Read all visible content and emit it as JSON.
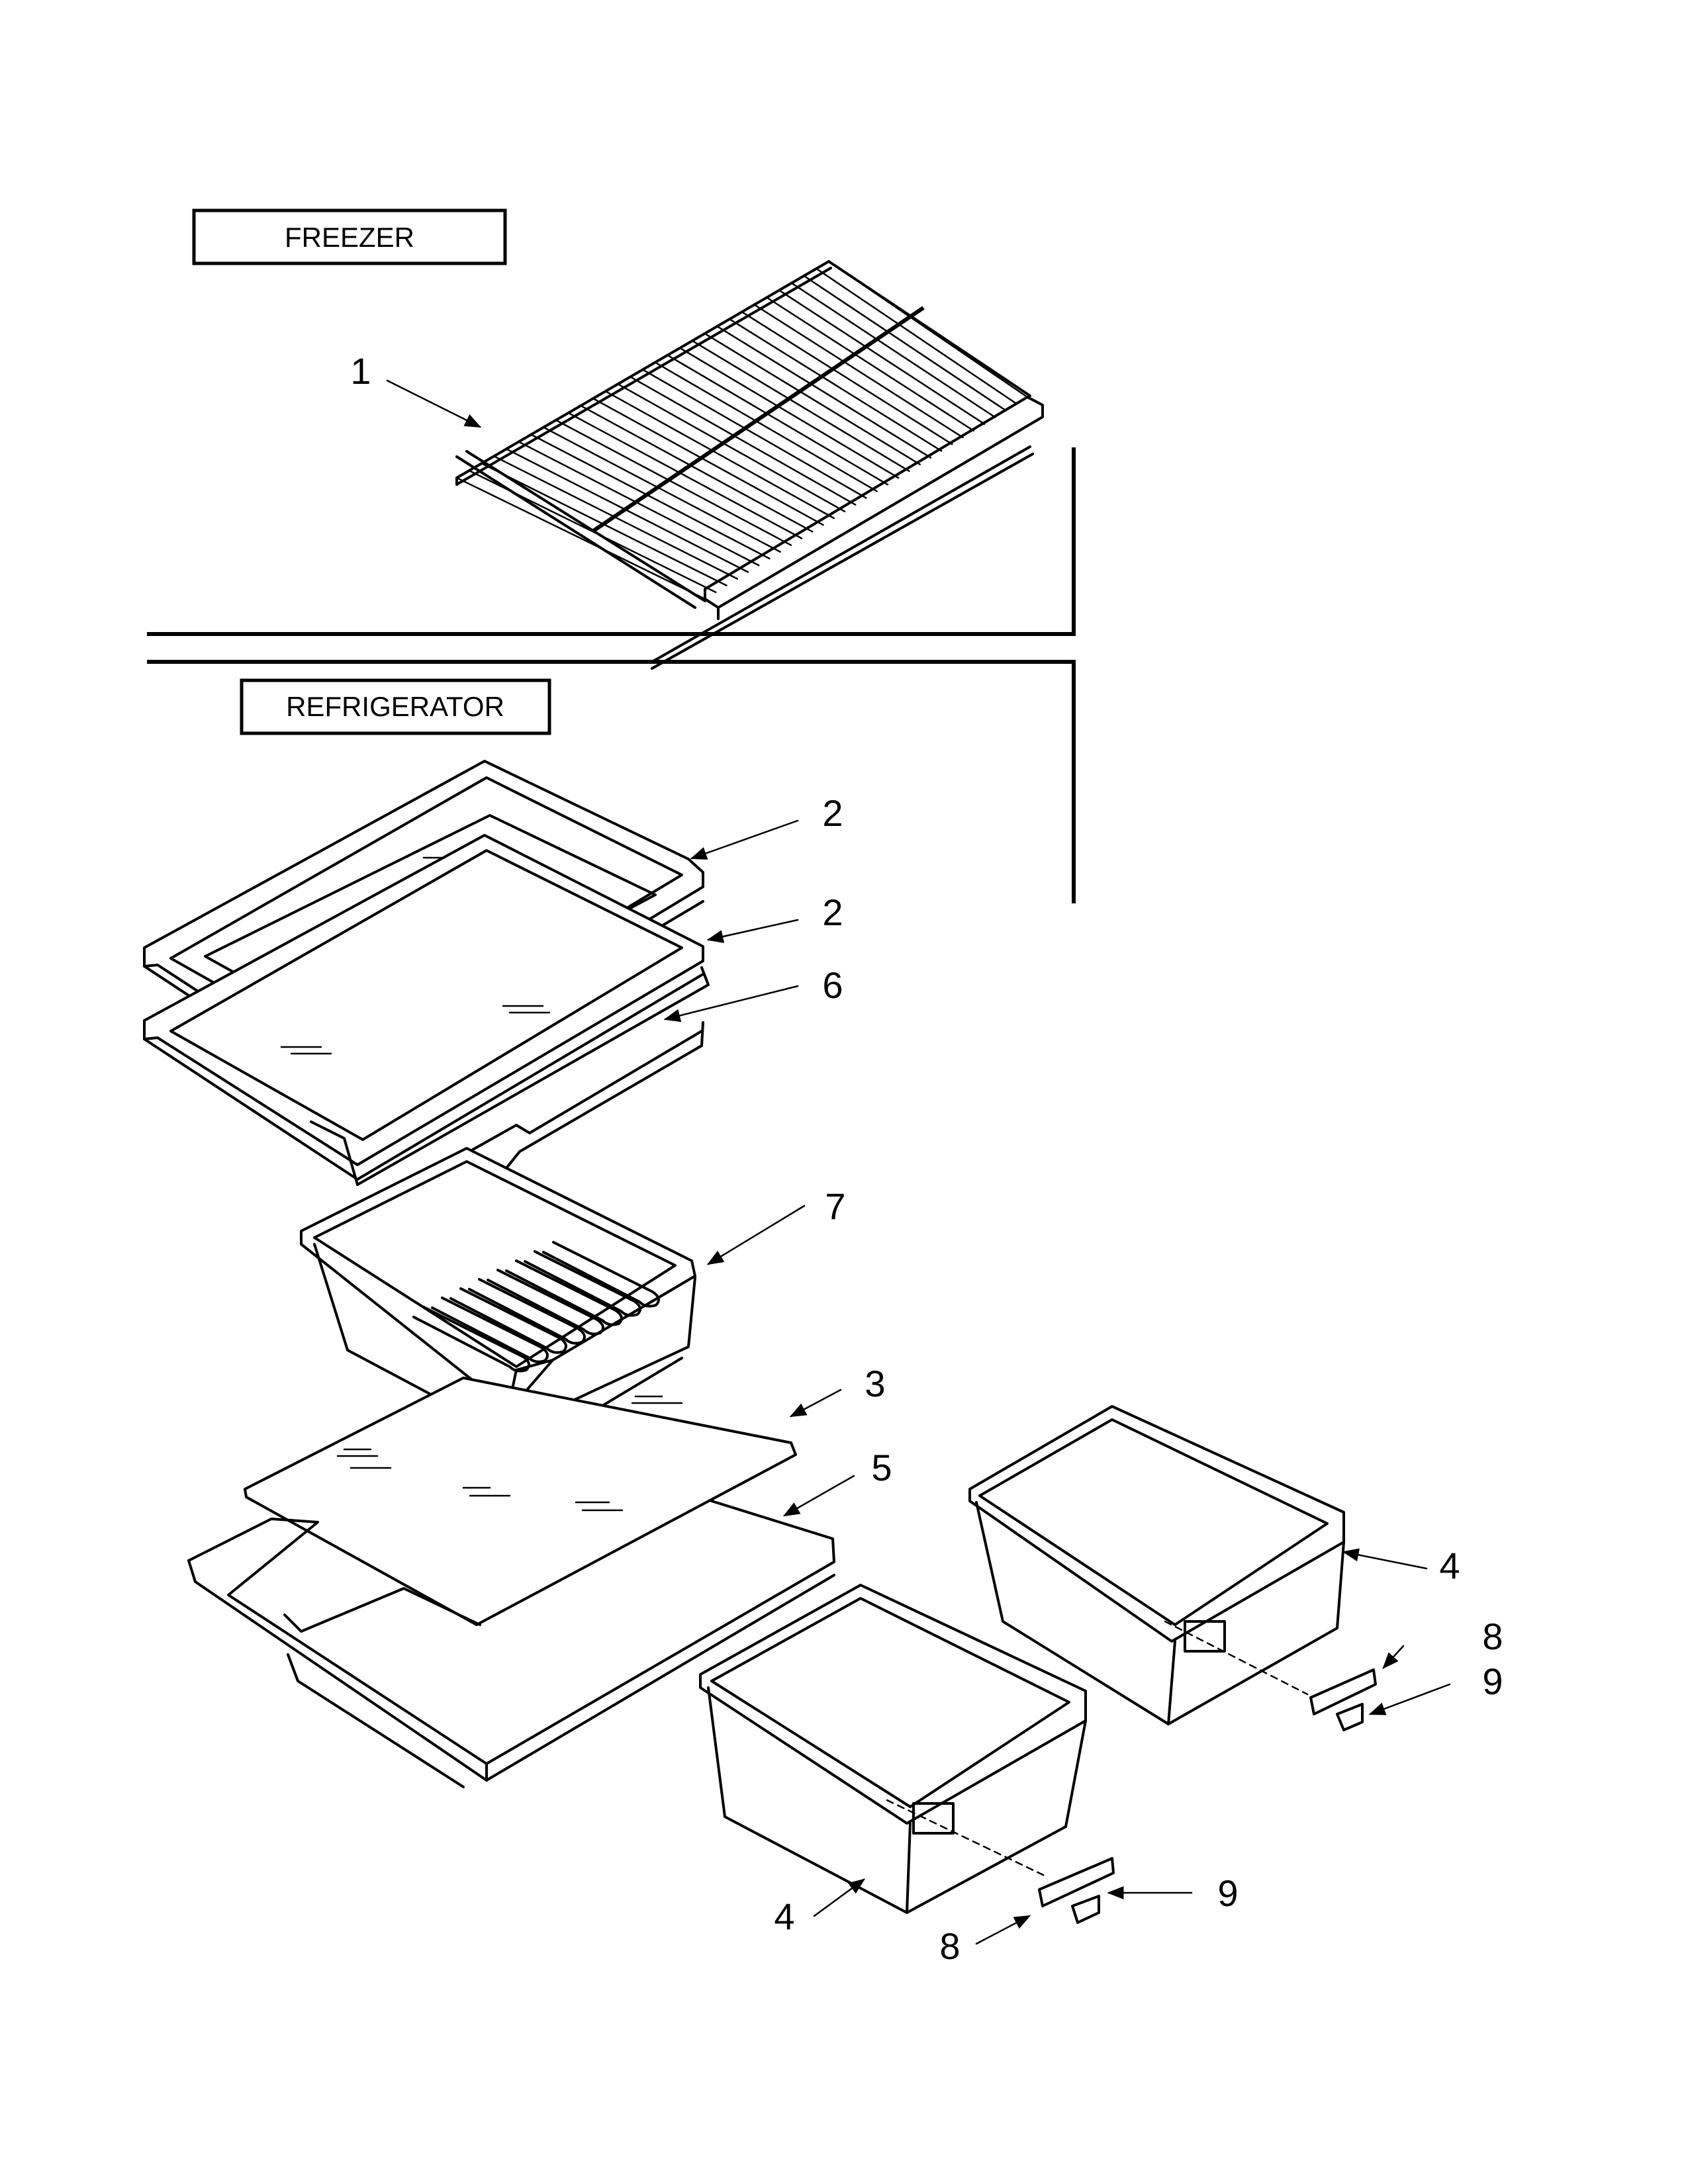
{
  "sections": {
    "freezer": "FREEZER",
    "refrigerator": "REFRIGERATOR"
  },
  "callouts": {
    "part_1": "1",
    "part_2_upper": "2",
    "part_2_lower": "2",
    "part_6": "6",
    "part_7": "7",
    "part_3": "3",
    "part_5": "5",
    "part_4_right": "4",
    "part_8_right": "8",
    "part_9_right": "9",
    "part_4_left": "4",
    "part_9_left": "9",
    "part_8_left": "8"
  }
}
